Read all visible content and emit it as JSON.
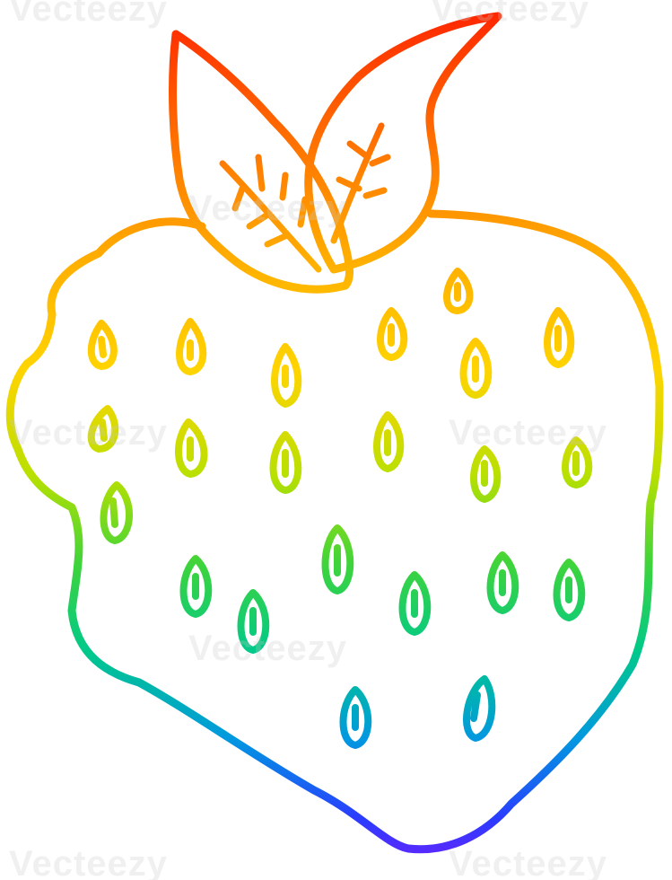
{
  "image": {
    "subject": "strawberry",
    "style": "rainbow gradient line drawing",
    "stroke_gradient": [
      "#ff1f00",
      "#ff8a00",
      "#ffcc00",
      "#c8e000",
      "#44d400",
      "#00c9a0",
      "#0095e6",
      "#2b2bff",
      "#7a1cff"
    ]
  },
  "watermark": {
    "text": "Vecteezy"
  }
}
